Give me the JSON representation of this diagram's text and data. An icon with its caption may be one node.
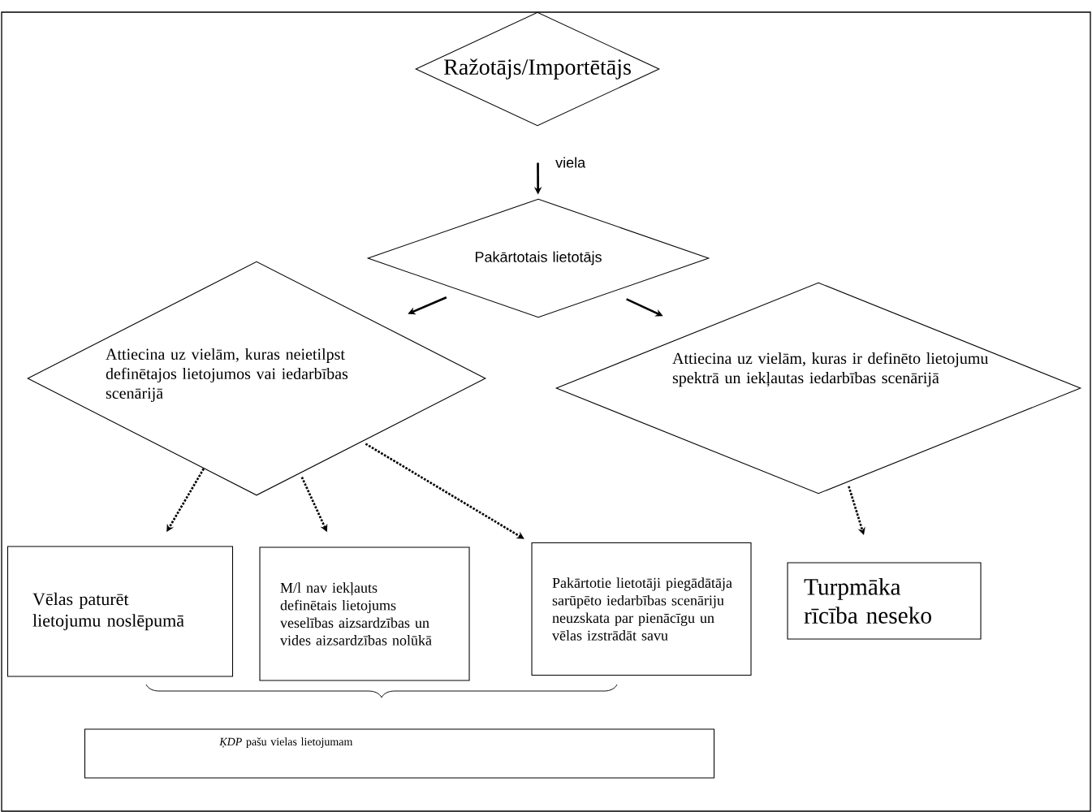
{
  "diagram": {
    "nodes": [
      {
        "text": [
          "Ražotājs/Importētājs"
        ]
      },
      {
        "text": [
          "Pakārtotais lietotājs"
        ]
      },
      {
        "text": [
          "Attiecina uz vielām, kuras  neietilpst definētajos lietojumos vai iedarbības scenārijā"
        ]
      },
      {
        "text": [
          "Attiecina uz vielām, kuras ir definēto lietojumu spektrā un iekļautas iedarbības scenārijā"
        ]
      },
      {
        "text": [
          "Vēlas paturēt lietojumu noslēpumā"
        ]
      },
      {
        "text": [
          "M/l nav iekļauts definētais lietojums veselības aizsardzības un vides aizsardzības nolūkā"
        ]
      },
      {
        "text": [
          "Pakārtotie lietotāji piegādātāja sarūpēto iedarbības scenāriju neuzskata par pienācīgu un vēlas izstrādāt savu"
        ]
      },
      {
        "text": [
          "Turpmāka rīcība neseko"
        ]
      },
      {
        "text": [
          "*ĶDP*  pašu vielas lietojumam"
        ]
      }
    ],
    "edges": [
      {
        "from": 0,
        "to": 1,
        "arrow": "to",
        "label": "viela"
      },
      {
        "from": 1,
        "to": 2,
        "arrow": "to"
      },
      {
        "from": 1,
        "to": 3,
        "arrow": "to"
      },
      {
        "from": 2,
        "to": 4,
        "arrow": "to",
        "style": "dashed"
      },
      {
        "from": 2,
        "to": 5,
        "arrow": "to",
        "style": "dashed"
      },
      {
        "from": 2,
        "to": 6,
        "arrow": "to",
        "style": "dashed"
      },
      {
        "from": 3,
        "to": 7,
        "arrow": "to",
        "style": "dashed"
      }
    ]
  }
}
